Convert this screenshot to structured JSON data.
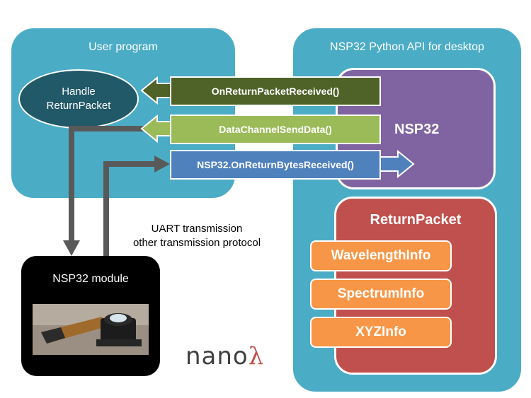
{
  "user_program": {
    "title": "User program"
  },
  "handler": {
    "line1": "Handle",
    "line2": "ReturnPacket"
  },
  "api": {
    "title": "NSP32 Python API for desktop",
    "nsp32_label": "NSP32",
    "return_packet": {
      "label": "ReturnPacket",
      "items": [
        "WavelengthInfo",
        "SpectrumInfo",
        "XYZInfo"
      ]
    }
  },
  "calls": {
    "on_return_packet_received": "OnReturnPacketReceived()",
    "data_channel_send_data": "DataChannelSendData()",
    "on_return_bytes_received": "NSP32.OnReturnBytesReceived()"
  },
  "transmission": {
    "line1": "UART transmission",
    "line2": "other transmission protocol"
  },
  "module": {
    "title": "NSP32 module"
  },
  "logo": {
    "text": "nano",
    "symbol": "λ"
  },
  "colors": {
    "panel": "#4bacc6",
    "handler": "#215968",
    "nsp32": "#8064a2",
    "return_packet": "#c0504d",
    "info_item": "#f79646",
    "call_dark_green": "#4f6228",
    "call_light_green": "#9bbb59",
    "call_blue": "#4f81bd",
    "connector": "#595959"
  }
}
